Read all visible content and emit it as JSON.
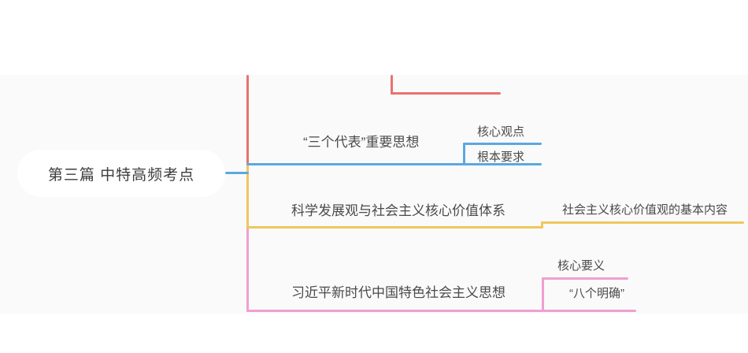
{
  "canvas": {
    "background": "#ffffff",
    "band_background": "#fafafa"
  },
  "root": {
    "label": "第三篇  中特高频考点"
  },
  "branches": [
    {
      "id": "branch-red",
      "color": "#e8726e",
      "label": "",
      "clipped": true,
      "children": []
    },
    {
      "id": "branch-blue",
      "color": "#5ba8e0",
      "label": "“三个代表”重要思想",
      "children": [
        {
          "label": "核心观点"
        },
        {
          "label": "根本要求"
        }
      ]
    },
    {
      "id": "branch-orange",
      "color": "#f0c75e",
      "label": "科学发展观与社会主义核心价值体系",
      "children": [
        {
          "label": "社会主义核心价值观的基本内容"
        }
      ]
    },
    {
      "id": "branch-pink",
      "color": "#f09fd0",
      "label": "习近平新时代中国特色社会主义思想",
      "children": [
        {
          "label": "核心要义"
        },
        {
          "label": "“八个明确”"
        }
      ]
    }
  ]
}
